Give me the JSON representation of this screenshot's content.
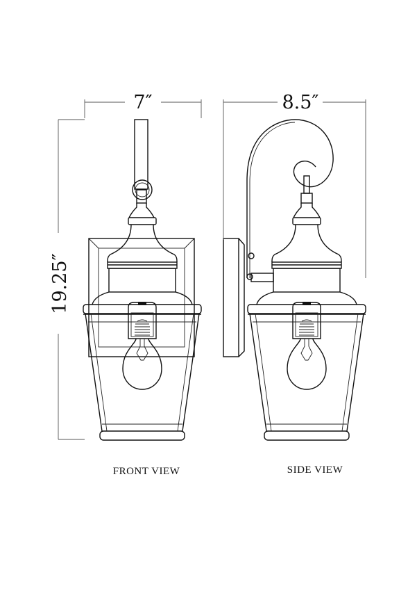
{
  "drawing": {
    "width_dimension": "7″",
    "depth_dimension": "8.5″",
    "height_dimension": "19.25″",
    "front_view_label": "FRONT VIEW",
    "side_view_label": "SIDE VIEW",
    "line_color": "#111111"
  }
}
